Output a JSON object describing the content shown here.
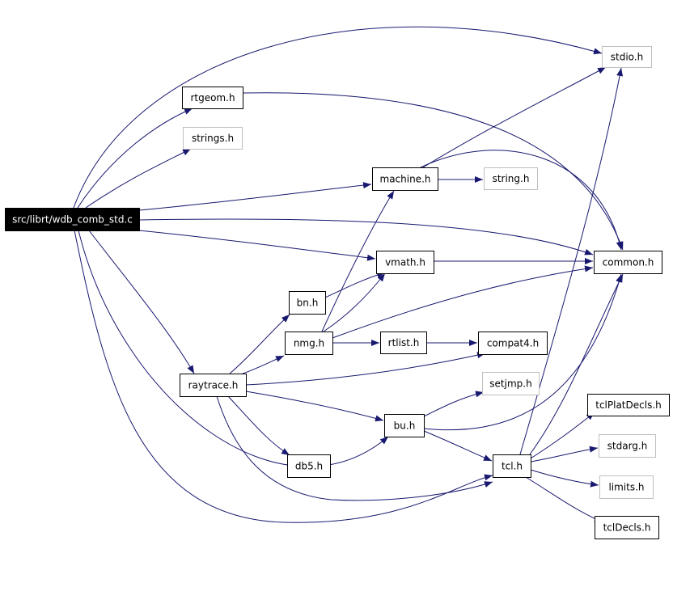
{
  "diagram": {
    "type": "include-dependency-graph",
    "colors": {
      "edge": "#191970",
      "node_border": "#000000",
      "external_border": "#bfbfbf",
      "root_fill": "#000000",
      "root_text": "#ffffff",
      "text": "#000000"
    },
    "nodes": [
      {
        "id": "root",
        "label": "src/librt/wdb_comb_std.c",
        "kind": "root"
      },
      {
        "id": "stdio",
        "label": "stdio.h",
        "kind": "external"
      },
      {
        "id": "rtgeom",
        "label": "rtgeom.h",
        "kind": "local"
      },
      {
        "id": "strings",
        "label": "strings.h",
        "kind": "external"
      },
      {
        "id": "machine",
        "label": "machine.h",
        "kind": "local"
      },
      {
        "id": "string",
        "label": "string.h",
        "kind": "external"
      },
      {
        "id": "common",
        "label": "common.h",
        "kind": "local"
      },
      {
        "id": "vmath",
        "label": "vmath.h",
        "kind": "local"
      },
      {
        "id": "bn",
        "label": "bn.h",
        "kind": "local"
      },
      {
        "id": "nmg",
        "label": "nmg.h",
        "kind": "local"
      },
      {
        "id": "rtlist",
        "label": "rtlist.h",
        "kind": "local"
      },
      {
        "id": "compat4",
        "label": "compat4.h",
        "kind": "local"
      },
      {
        "id": "raytrace",
        "label": "raytrace.h",
        "kind": "local"
      },
      {
        "id": "setjmp",
        "label": "setjmp.h",
        "kind": "external"
      },
      {
        "id": "bu",
        "label": "bu.h",
        "kind": "local"
      },
      {
        "id": "tclPlatDecls",
        "label": "tclPlatDecls.h",
        "kind": "local"
      },
      {
        "id": "db5",
        "label": "db5.h",
        "kind": "local"
      },
      {
        "id": "tcl",
        "label": "tcl.h",
        "kind": "local"
      },
      {
        "id": "stdarg",
        "label": "stdarg.h",
        "kind": "external"
      },
      {
        "id": "limits",
        "label": "limits.h",
        "kind": "external"
      },
      {
        "id": "tclDecls",
        "label": "tclDecls.h",
        "kind": "local"
      }
    ],
    "edges": [
      {
        "from": "root",
        "to": "stdio"
      },
      {
        "from": "root",
        "to": "rtgeom"
      },
      {
        "from": "root",
        "to": "strings"
      },
      {
        "from": "root",
        "to": "machine"
      },
      {
        "from": "root",
        "to": "common"
      },
      {
        "from": "root",
        "to": "vmath"
      },
      {
        "from": "root",
        "to": "raytrace"
      },
      {
        "from": "root",
        "to": "bu"
      },
      {
        "from": "root",
        "to": "tcl"
      },
      {
        "from": "rtgeom",
        "to": "common"
      },
      {
        "from": "machine",
        "to": "stdio"
      },
      {
        "from": "machine",
        "to": "string"
      },
      {
        "from": "machine",
        "to": "common"
      },
      {
        "from": "vmath",
        "to": "common"
      },
      {
        "from": "bn",
        "to": "vmath"
      },
      {
        "from": "nmg",
        "to": "machine"
      },
      {
        "from": "nmg",
        "to": "vmath"
      },
      {
        "from": "nmg",
        "to": "common"
      },
      {
        "from": "nmg",
        "to": "rtlist"
      },
      {
        "from": "nmg",
        "to": "bu"
      },
      {
        "from": "rtlist",
        "to": "compat4"
      },
      {
        "from": "raytrace",
        "to": "bn"
      },
      {
        "from": "raytrace",
        "to": "nmg"
      },
      {
        "from": "raytrace",
        "to": "compat4"
      },
      {
        "from": "raytrace",
        "to": "bu"
      },
      {
        "from": "raytrace",
        "to": "db5"
      },
      {
        "from": "raytrace",
        "to": "tcl"
      },
      {
        "from": "bu",
        "to": "setjmp"
      },
      {
        "from": "bu",
        "to": "common"
      },
      {
        "from": "bu",
        "to": "tcl"
      },
      {
        "from": "tcl",
        "to": "stdio"
      },
      {
        "from": "tcl",
        "to": "common"
      },
      {
        "from": "tcl",
        "to": "tclPlatDecls"
      },
      {
        "from": "tcl",
        "to": "stdarg"
      },
      {
        "from": "tcl",
        "to": "limits"
      },
      {
        "from": "tcl",
        "to": "tclDecls"
      }
    ]
  }
}
